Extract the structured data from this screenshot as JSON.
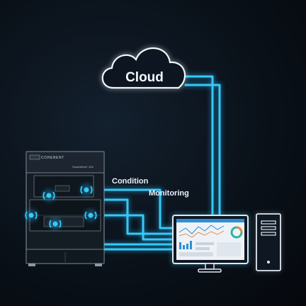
{
  "cloud": {
    "label": "Cloud"
  },
  "labels": {
    "line1": "Condition",
    "line2": "Monitoring"
  },
  "laser": {
    "brand": "COHERENT",
    "model": "SmartWeld+ 420"
  },
  "colors": {
    "glow": "#37c9f5",
    "halo": "#1aa6e6",
    "background": "#0a1119"
  },
  "icons": [
    "cloud-icon",
    "sensor-icon",
    "monitor-icon",
    "pc-tower-icon",
    "donut-chart-icon"
  ]
}
